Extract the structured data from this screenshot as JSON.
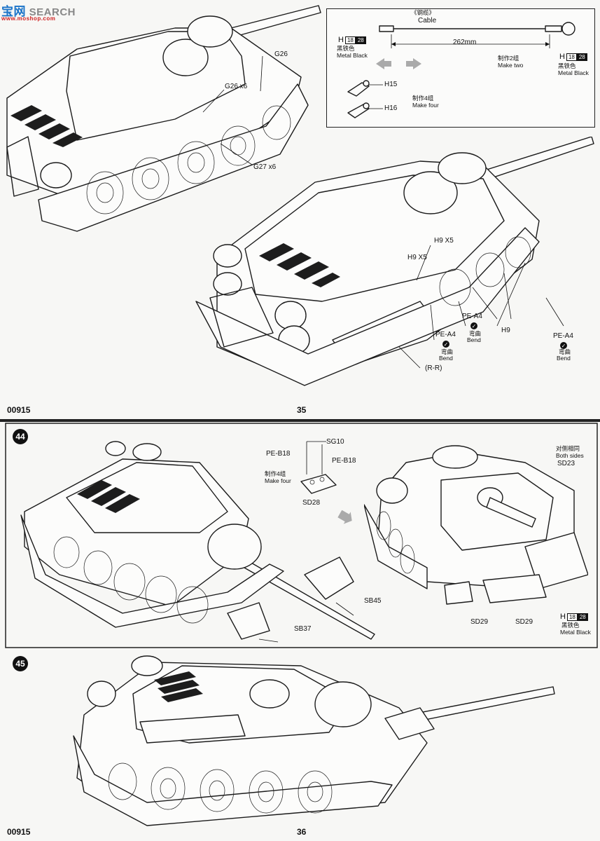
{
  "watermark": {
    "cn": "宝网",
    "en": "SEARCH",
    "url": "www.moshop.com"
  },
  "top_page": {
    "code": "00915",
    "number": "35",
    "labels": {
      "g26": "G26",
      "g26x6": "G26 x6",
      "g27x6": "G27 x6",
      "h9x5_a": "H9 X5",
      "h9x5_b": "H9 X5",
      "h9": "H9",
      "rr": "(R-R)",
      "pea4": "PE-A4",
      "bend_cn": "弯曲",
      "bend_en": "Bend"
    },
    "inset": {
      "cable_cn": "《钢缆》",
      "cable_en": "Cable",
      "length": "262mm",
      "paint_letter": "H",
      "paint_num1": "18",
      "paint_num2": "28",
      "paint_cn": "黑铁色",
      "paint_en": "Metal  Black",
      "make_two_cn": "制作2组",
      "make_two_en": "Make two",
      "h15": "H15",
      "h16": "H16",
      "make_four_cn": "制作4组",
      "make_four_en": "Make four"
    }
  },
  "bottom_page": {
    "code": "00915",
    "number": "36",
    "step44": "44",
    "step45": "45",
    "labels": {
      "sg10": "SG10",
      "peb18_a": "PE-B18",
      "peb18_b": "PE-B18",
      "make_four_cn": "制作4组",
      "make_four_en": "Make four",
      "sd28": "SD28",
      "both_cn": "对侧相同",
      "both_en": "Both sides",
      "sd23": "SD23",
      "sb45": "SB45",
      "sb37": "SB37",
      "sd29_a": "SD29",
      "sd29_b": "SD29",
      "paint_letter": "H",
      "paint_num1": "18",
      "paint_num2": "28",
      "paint_cn": "黑铁色",
      "paint_en": "Metal  Black"
    }
  },
  "colors": {
    "line": "#1b1b1b",
    "paper": "#f7f7f5",
    "accent_blue": "#1a73c8",
    "accent_red": "#d02020"
  }
}
